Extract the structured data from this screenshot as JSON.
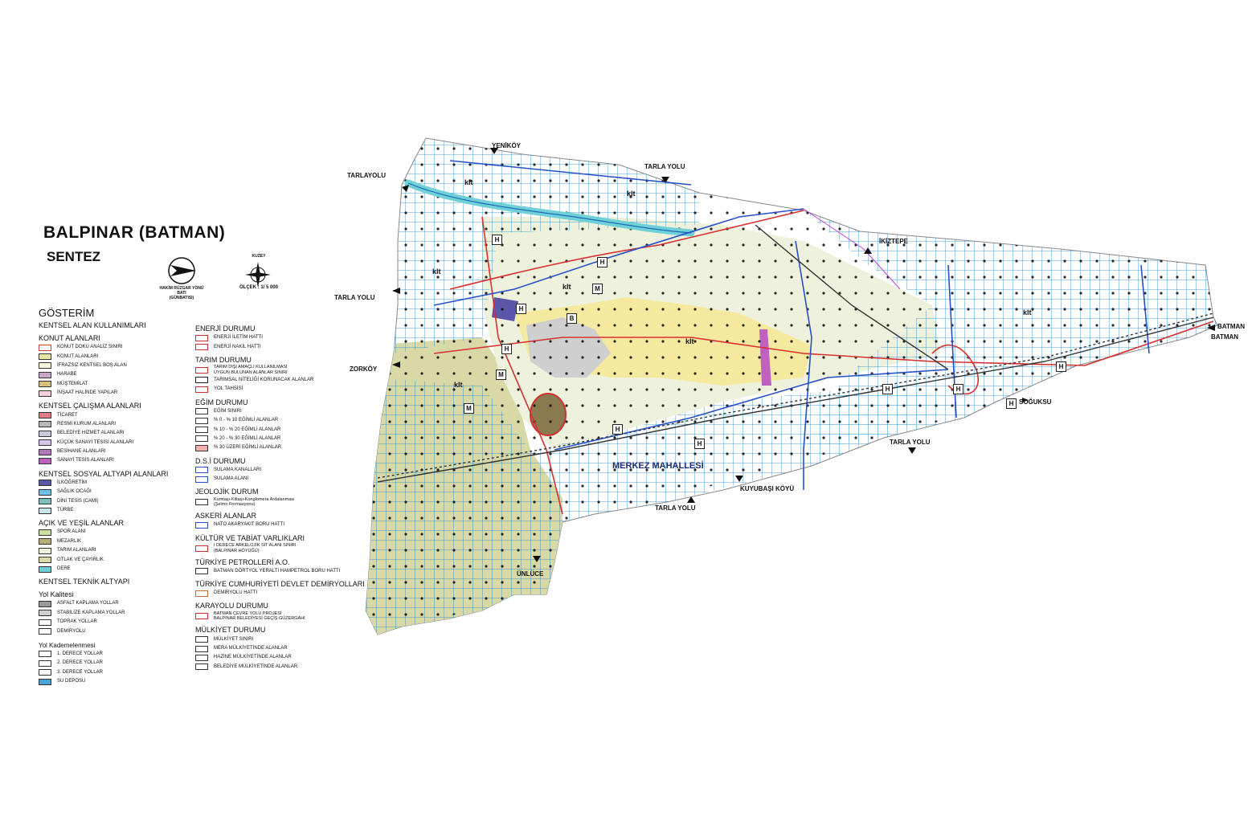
{
  "title": "BALPINAR (BATMAN)",
  "subtitle": "SENTEZ",
  "wind_label": [
    "HAKİM RÜZGAR YÖNÜ",
    "BATI",
    "(GÜNBATISI)"
  ],
  "north_label": "KUZEY",
  "scale_label": "ÖLÇEK : 1/ 5 000",
  "legend_title": "GÖSTERİM",
  "legend_left": [
    {
      "heading": "KENTSEL ALAN KULLANIMLARI"
    },
    {
      "heading": "KONUT ALANLARI"
    },
    {
      "item": "KONUT DOKU ANALİZ SINIRI",
      "swatch": "#ffffff",
      "border": "#d9403a"
    },
    {
      "item": "KONUT ALANLARI",
      "swatch": "#e8e6a3"
    },
    {
      "item": "İFRAZSIZ KENTSEL BOŞ ALAN",
      "swatch": "#fbf8e0"
    },
    {
      "item": "HARABE",
      "swatch": "#c9a5c9"
    },
    {
      "item": "MÜŞTEMİLAT",
      "swatch": "#d4c07a"
    },
    {
      "item": "İNŞAAT HALİNDE YAPILAR",
      "swatch": "#f5d0dc"
    },
    {
      "heading": "KENTSEL ÇALIŞMA ALANLARI"
    },
    {
      "item": "TİCARET",
      "swatch": "#e07a86"
    },
    {
      "item": "RESMİ KURUM ALANLARI",
      "swatch": "#b9b9b9"
    },
    {
      "item": "BELEDİYE HİZMET ALANLARI",
      "swatch": "#c8c8d8"
    },
    {
      "item": "KÜÇÜK SANAYİ TESİSİ ALANLARI",
      "swatch": "#d8c3e8"
    },
    {
      "item": "BESİHANE ALANLARI",
      "swatch": "#b07ab8"
    },
    {
      "item": "SANAYİ TESİS ALANLARI",
      "swatch": "#c060c0"
    },
    {
      "heading": "KENTSEL SOSYAL ALTYAPI ALANLARI"
    },
    {
      "item": "İLKÖĞRETİM",
      "swatch": "#5a56a8"
    },
    {
      "item": "SAĞLIK OCAĞI",
      "swatch": "#6ec1e4"
    },
    {
      "item": "DİNİ TESİS (CAMİ)",
      "swatch": "#7fbfbf"
    },
    {
      "item": "TÜRBE",
      "swatch": "#c7e6ee"
    },
    {
      "heading": "AÇIK VE YEŞİL ALANLAR"
    },
    {
      "item": "SPOR ALANI",
      "swatch": "#c9e0a0"
    },
    {
      "item": "MEZARLIK",
      "swatch": "#b8b07a"
    },
    {
      "item": "TARIM ALANLARI",
      "swatch": "#eef2dc"
    },
    {
      "item": "OTLAK VE ÇAYIRLIK",
      "swatch": "#d9dca6"
    },
    {
      "item": "DERE",
      "swatch": "#6fd0d8"
    },
    {
      "heading": "KENTSEL TEKNİK ALTYAPI"
    },
    {
      "heading": "Yol Kalitesi"
    },
    {
      "item": "ASFALT KAPLAMA YOLLAR",
      "swatch": "#9a9a9a"
    },
    {
      "item": "STABİLİZE KAPLAMA YOLLAR",
      "swatch": "#cfcfcf"
    },
    {
      "item": "TOPRAK YOLLAR",
      "swatch": "#ffffff"
    },
    {
      "item": "DEMİRYOLU",
      "swatch": "#ffffff"
    },
    {
      "subheading": "Yol Kademelenmesi"
    },
    {
      "item": "1. DERECE YOLLAR",
      "swatch": "#ffffff"
    },
    {
      "item": "2. DERECE YOLLAR",
      "swatch": "#ffffff"
    },
    {
      "item": "3. DERECE YOLLAR",
      "swatch": "#ffffff"
    },
    {
      "item": "SU DEPOSU",
      "swatch": "#4aa3d8"
    }
  ],
  "legend_right": [
    {
      "heading": "ENERJİ DURUMU"
    },
    {
      "item": "ENERJİ İLETİM HATTI",
      "swatch": "#ffffff",
      "border": "#d03030"
    },
    {
      "item": "ENERJİ NAKİL HATTI",
      "swatch": "#ffffff",
      "border": "#d03030"
    },
    {
      "heading": "TARIM DURUMU"
    },
    {
      "item": "TARIM DIŞI AMAÇLI KULLANILMASI\nUYGUN BULUNAN ALANLAR SINIRI",
      "swatch": "#ffffff",
      "border": "#d03030"
    },
    {
      "item": "TARIMSAL NİTELİĞİ KORUNACAK ALANLAR",
      "swatch": "#ffffff",
      "border": "#222222"
    },
    {
      "item": "YOL TAHSİSİ",
      "swatch": "#ffffff",
      "border": "#d03030"
    },
    {
      "heading": "EĞİM DURUMU"
    },
    {
      "item": "EĞİM SINIRI",
      "swatch": "#ffffff"
    },
    {
      "item": "% 0 - % 10 EĞİMLİ ALANLAR",
      "swatch": "#ffffff"
    },
    {
      "item": "% 10 - % 20 EĞİMLİ ALANLAR",
      "swatch": "#ffffff"
    },
    {
      "item": "% 20 - % 30 EĞİMLİ ALANLAR",
      "swatch": "#ffffff"
    },
    {
      "item": "% 30 ÜZERİ EĞİMLİ ALANLAR",
      "swatch": "#f4b0b0"
    },
    {
      "heading": "D.S.İ DURUMU"
    },
    {
      "item": "SULAMA  KANALLARI",
      "swatch": "#ffffff",
      "border": "#2850c8"
    },
    {
      "item": "SULAMA ALANI",
      "swatch": "#ffffff",
      "border": "#2850c8"
    },
    {
      "heading": "JEOLOJİK DURUM"
    },
    {
      "item": "Kumtaşı-Kiltaşı-Konglomera Ardalanması\n(Şelmo Formasyonu)",
      "swatch": "#ffffff"
    },
    {
      "heading": "ASKERİ ALANLAR"
    },
    {
      "item": "NATO AKARYAKIT BORU HATTI",
      "swatch": "#ffffff",
      "border": "#2850c8"
    },
    {
      "heading": "KÜLTÜR VE TABİAT VARLIKLARI"
    },
    {
      "item": "I DERECE ARKELOJİK SİT ALANI SINIRI\n(BALPINAR HÖYÜĞÜ)",
      "swatch": "#ffffff",
      "border": "#d03030"
    },
    {
      "heading": "TÜRKİYE PETROLLERİ A.O."
    },
    {
      "item": "BATMAN DÖRTYOL YERALTI HAMPETROL BORU HATTI",
      "swatch": "#ffffff"
    },
    {
      "heading": "TÜRKİYE CUMHURİYETİ DEVLET DEMİRYOLLARI"
    },
    {
      "item": "DEMİRYOLU HATTI",
      "swatch": "#ffffff",
      "border": "#c07040"
    },
    {
      "heading": "KARAYOLU DURUMU"
    },
    {
      "item": "BATMAN ÇEVRE YOLU PROJESİ\nBALPINAR BELEDİYESİ GEÇİŞ GÜZERGAHI",
      "swatch": "#ffffff",
      "border": "#d03030"
    },
    {
      "heading": "MÜLKİYET DURUMU"
    },
    {
      "item": "MÜLKİYET SINIRI",
      "swatch": "#ffffff"
    },
    {
      "item": "MERA MÜLKİYETİNDE ALANLAR",
      "swatch": "#ffffff"
    },
    {
      "item": "HAZİNE MÜLKİYETİNDE ALANLAR",
      "swatch": "#ffffff"
    },
    {
      "item": "BELEDİYE MÜLKİYETİNDE ALANLAR",
      "swatch": "#ffffff"
    }
  ],
  "places": {
    "yenikoy": "YENİKÖY",
    "tarlayolu_top": "TARLA YOLU",
    "tarlayolu_nw": "TARLAYOLU",
    "tarlayolu_w": "TARLA YOLU",
    "zorkoy": "ZORKÖY",
    "ikiztepe": "İKİZTEPE",
    "batman1": "BATMAN",
    "batman2": "BATMAN",
    "soguksu": "SOĞUKSU",
    "tarlayolu_se": "TARLA YOLU",
    "kuyubasi": "KUYUBAŞI KÖYÜ",
    "tarlayolu_s": "TARLA YOLU",
    "unluce": "ÜNLÜCE"
  },
  "mahalle": "MERKEZ MAHALLESİ",
  "klt": "klt",
  "marks": {
    "H": "H",
    "M": "M",
    "B": "B"
  },
  "colors": {
    "grid": "#1a86c8",
    "dots": "#111111",
    "pasture": "#d8d8a8",
    "agri": "#eef2dc",
    "housing": "#f5e9a0",
    "stream": "#6fd0d8",
    "road_red": "#d83030",
    "canal_blue": "#2850c8"
  }
}
